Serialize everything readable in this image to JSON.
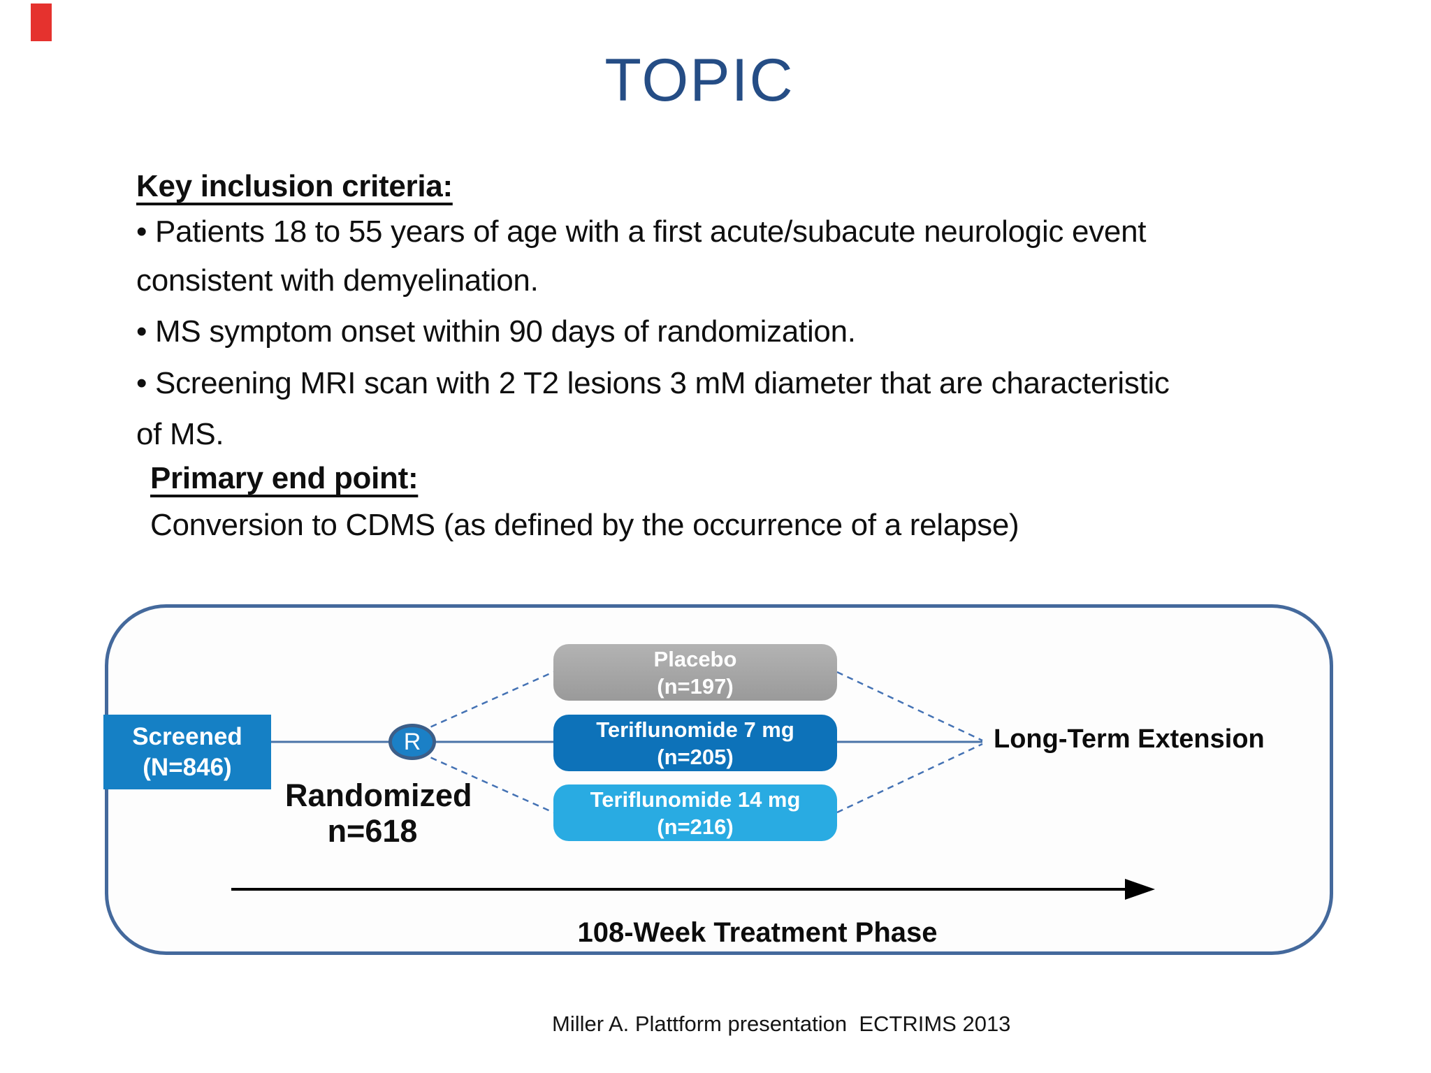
{
  "title": "TOPIC",
  "criteria": {
    "heading": "Key inclusion criteria:",
    "line1": "• Patients 18 to 55 years of age with a first acute/subacute neurologic event",
    "line2": "consistent with demyelination.",
    "line3": "• MS symptom onset within 90 days of randomization.",
    "line4": "• Screening MRI scan with 2 T2 lesions 3 mM diameter that are characteristic",
    "line5": "of MS."
  },
  "endpoint": {
    "heading": "Primary end point:",
    "line": "Conversion to CDMS (as defined by the occurrence of a relapse)"
  },
  "diagram": {
    "screened": {
      "line1": "Screened",
      "line2": "(N=846)"
    },
    "r_label": "R",
    "randomized": {
      "line1": "Randomized",
      "line2": "n=618"
    },
    "arms": [
      {
        "id": "placebo",
        "line1": "Placebo",
        "line2": "(n=197)",
        "color": "#a6a6a6"
      },
      {
        "id": "teriflunomide-7mg",
        "line1": "Teriflunomide 7 mg",
        "line2": "(n=205)",
        "color": "#0d72b9"
      },
      {
        "id": "teriflunomide-14mg",
        "line1": "Teriflunomide 14 mg",
        "line2": "(n=216)",
        "color": "#29abe2"
      }
    ],
    "long_term_label": "Long-Term Extension",
    "phase_label": "108-Week Treatment Phase"
  },
  "footer": "Miller A. Plattform presentation  ECTRIMS 2013",
  "colors": {
    "title": "#254d85",
    "text": "#0f0f0f",
    "container_border": "#44699c",
    "screened_box": "#1580c5",
    "r_fill": "#1b80c6",
    "r_border": "#3c5e88",
    "solid_line": "#4a74a8",
    "dashed_line": "#4472b4",
    "arrow": "#000000",
    "red_marker": "#e5322e"
  }
}
